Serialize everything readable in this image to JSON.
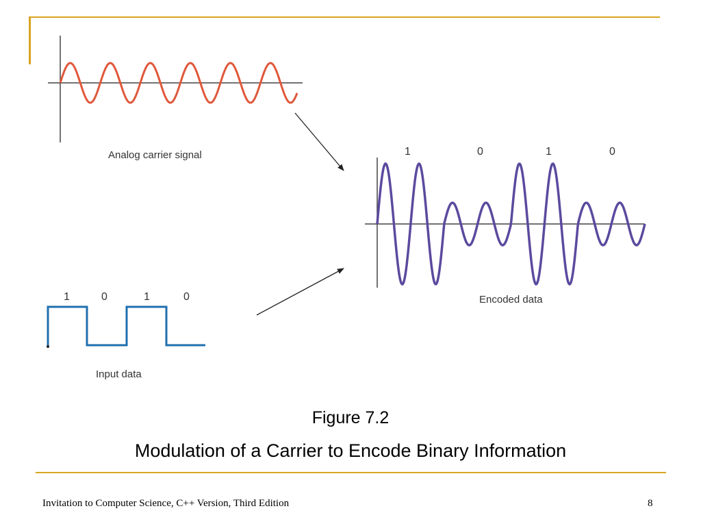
{
  "carrier": {
    "label": "Analog carrier signal",
    "color": "#e0573a"
  },
  "encoded": {
    "label": "Encoded data",
    "bits": [
      "1",
      "0",
      "1",
      "0"
    ],
    "color": "#5b4a9e"
  },
  "input": {
    "label": "Input data",
    "bits": [
      "1",
      "0",
      "1",
      "0"
    ],
    "color": "#1f6fae"
  },
  "caption": {
    "figure": "Figure 7.2",
    "title": "Modulation of a Carrier to Encode Binary Information"
  },
  "footer": {
    "book": "Invitation to Computer Science, C++ Version, Third Edition",
    "page": "8"
  },
  "frame_color": "#d9a520"
}
